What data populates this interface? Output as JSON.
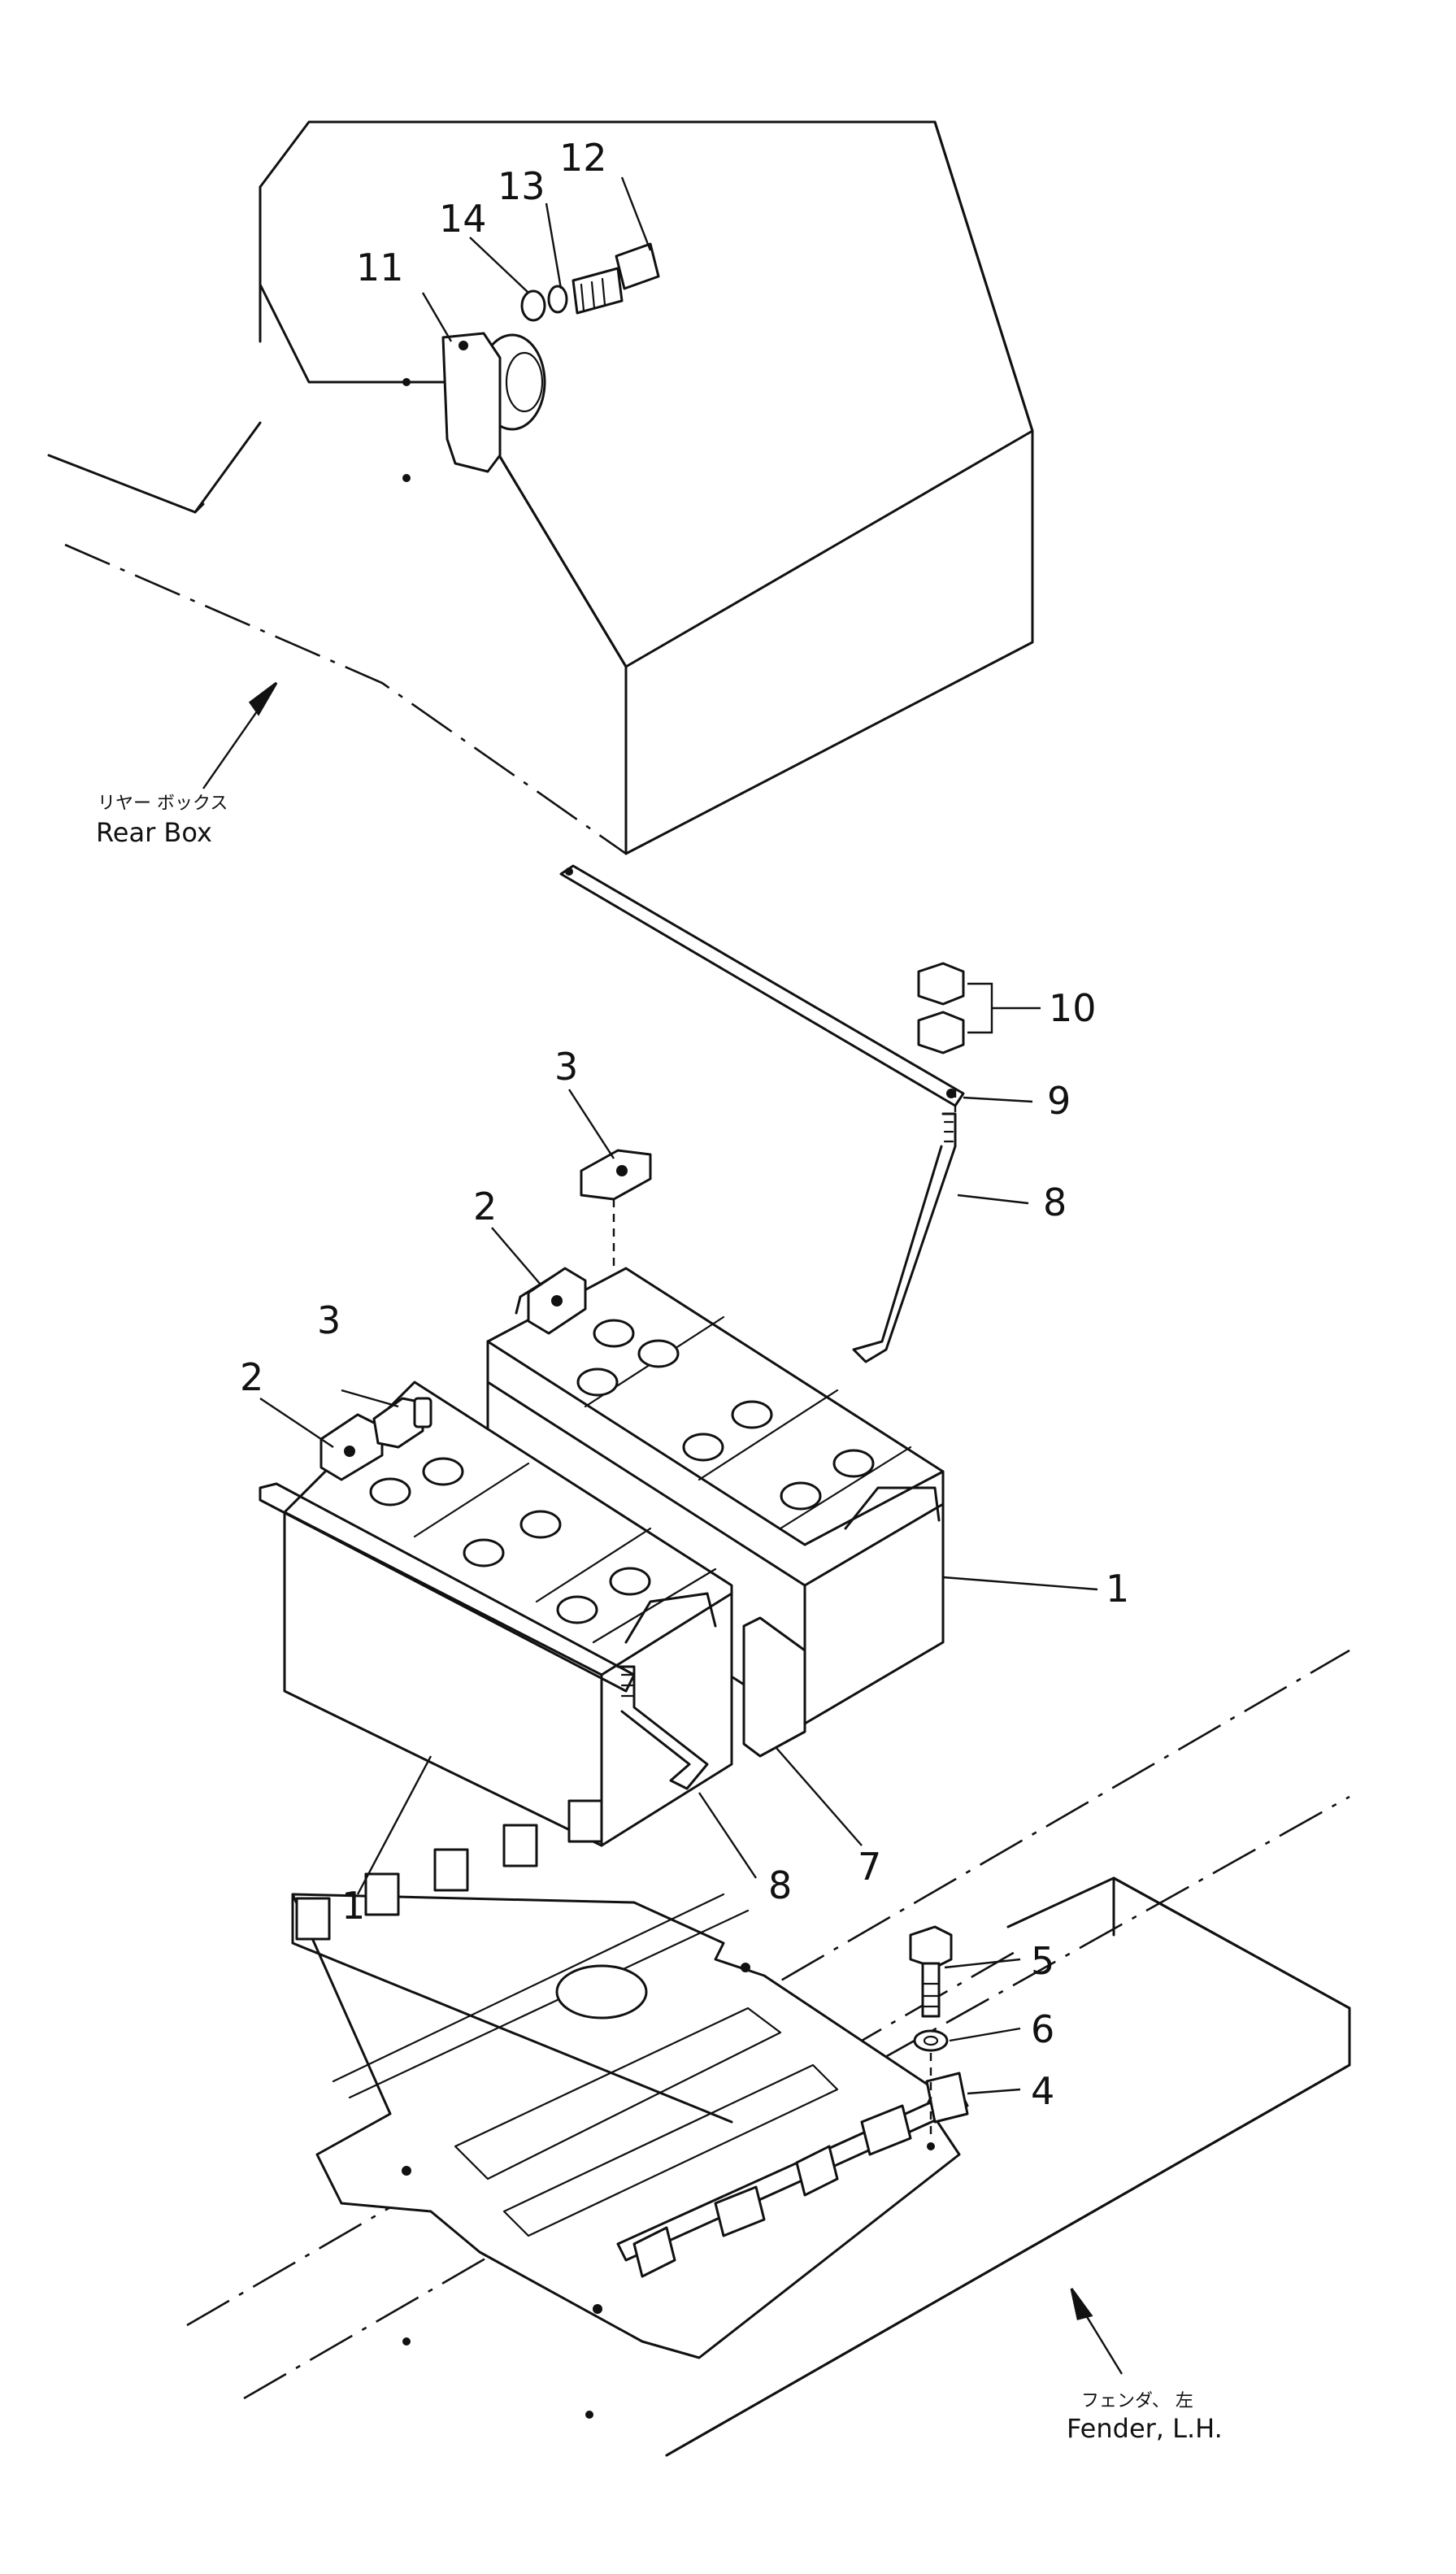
{
  "callouts": {
    "c1a": "1",
    "c1b": "1",
    "c2a": "2",
    "c2b": "2",
    "c3a": "3",
    "c3b": "3",
    "c4": "4",
    "c5": "5",
    "c6": "6",
    "c7": "7",
    "c8a": "8",
    "c8b": "8",
    "c9": "9",
    "c10": "10",
    "c11": "11",
    "c12": "12",
    "c13": "13",
    "c14": "14"
  },
  "references": {
    "rear_box_jp": "リヤー ボックス",
    "rear_box_en": "Rear Box",
    "fender_jp": "フェンダ、 左",
    "fender_en": "Fender, L.H."
  }
}
